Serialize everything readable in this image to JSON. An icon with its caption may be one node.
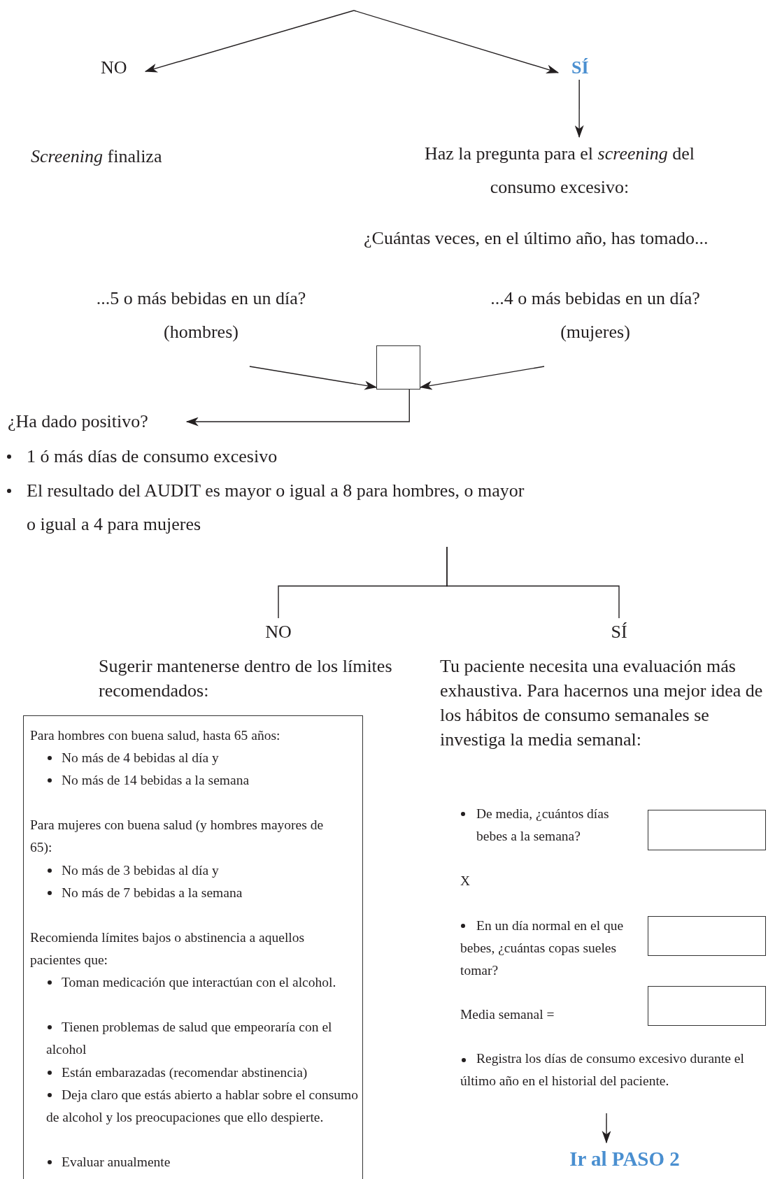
{
  "diagram": {
    "nodes": [
      {
        "text": [
          "NO"
        ]
      },
      {
        "text": [
          "SÍ"
        ]
      },
      {
        "text": [
          "*Screening* finaliza"
        ]
      },
      {
        "text": [
          "Haz la pregunta para el *screening* del consumo excesivo:"
        ]
      },
      {
        "text": [
          "...5 o más bebidas en un día?",
          "(hombres)"
        ]
      },
      {
        "text": [
          "...4 o más bebidas en un día?",
          "(mujeres)"
        ]
      },
      {
        "text": [],
        "shape": "box"
      },
      {
        "text": [
          "¿Ha dado positivo?"
        ]
      },
      {
        "text": [
          "NO"
        ]
      },
      {
        "text": [
          "SÍ"
        ]
      },
      {
        "text": [
          "Para hombres con buena salud, hasta 65 años:",
          "No más de 4 bebidas al día y",
          "No más de 14 bebidas a la semana",
          "Para mujeres con buena salud (y hombres mayores de 65):",
          "No más de 3 bebidas al día y",
          "No más de 7 bebidas a la semana",
          "Recomienda límites bajos o abstinencia a aquellos pacientes que:",
          "Toman medicación que interactúan con el alcohol.",
          "Tienen problemas de salud que empeoraría con el alcohol",
          "Están embarazadas (recomendar abstinencia)",
          "Deja claro que estás abierto a hablar sobre el consumo de alcohol y los preocupaciones que ello despierte.",
          "Evaluar anualmente"
        ]
      },
      {
        "text": [],
        "shape": "box"
      },
      {
        "text": [],
        "shape": "box"
      },
      {
        "text": [],
        "shape": "box"
      },
      {
        "text": [
          "Registra los días de consumo excesivo durante el último año en el historial del paciente."
        ]
      },
      {
        "text": [
          "Ir al PASO 2"
        ]
      }
    ],
    "edges": [
      {
        "from": null,
        "to": 0,
        "arrow": "to"
      },
      {
        "from": null,
        "to": 1,
        "arrow": "to"
      },
      {
        "from": 1,
        "to": 3,
        "arrow": "to"
      },
      {
        "from": 4,
        "to": 6,
        "arrow": "to"
      },
      {
        "from": 5,
        "to": 6,
        "arrow": "to"
      },
      {
        "from": 6,
        "to": 7,
        "arrow": "to"
      },
      {
        "from": null,
        "to": 8,
        "arrow": "none"
      },
      {
        "from": null,
        "to": 9,
        "arrow": "none"
      },
      {
        "from": 14,
        "to": 15,
        "arrow": "to"
      }
    ],
    "labels": [
      "¿Cuántas veces, en el último año, has tomado...",
      "1 ó más días de consumo excesivo",
      "El resultado del AUDIT es mayor o igual a 8 para hombres, o mayor o igual a 4 para mujeres",
      "Sugerir mantenerse dentro de los límites recomendados:",
      "Tu paciente necesita una evaluación más exhaustiva. Para hacernos una mejor idea de los hábitos de consumo semanales se investiga la media semanal:",
      "De media, ¿cuántos días bebes a la semana?",
      "X",
      "En un día normal en el que bebes, ¿cuántas copas sueles tomar?",
      "Media semanal ="
    ]
  }
}
